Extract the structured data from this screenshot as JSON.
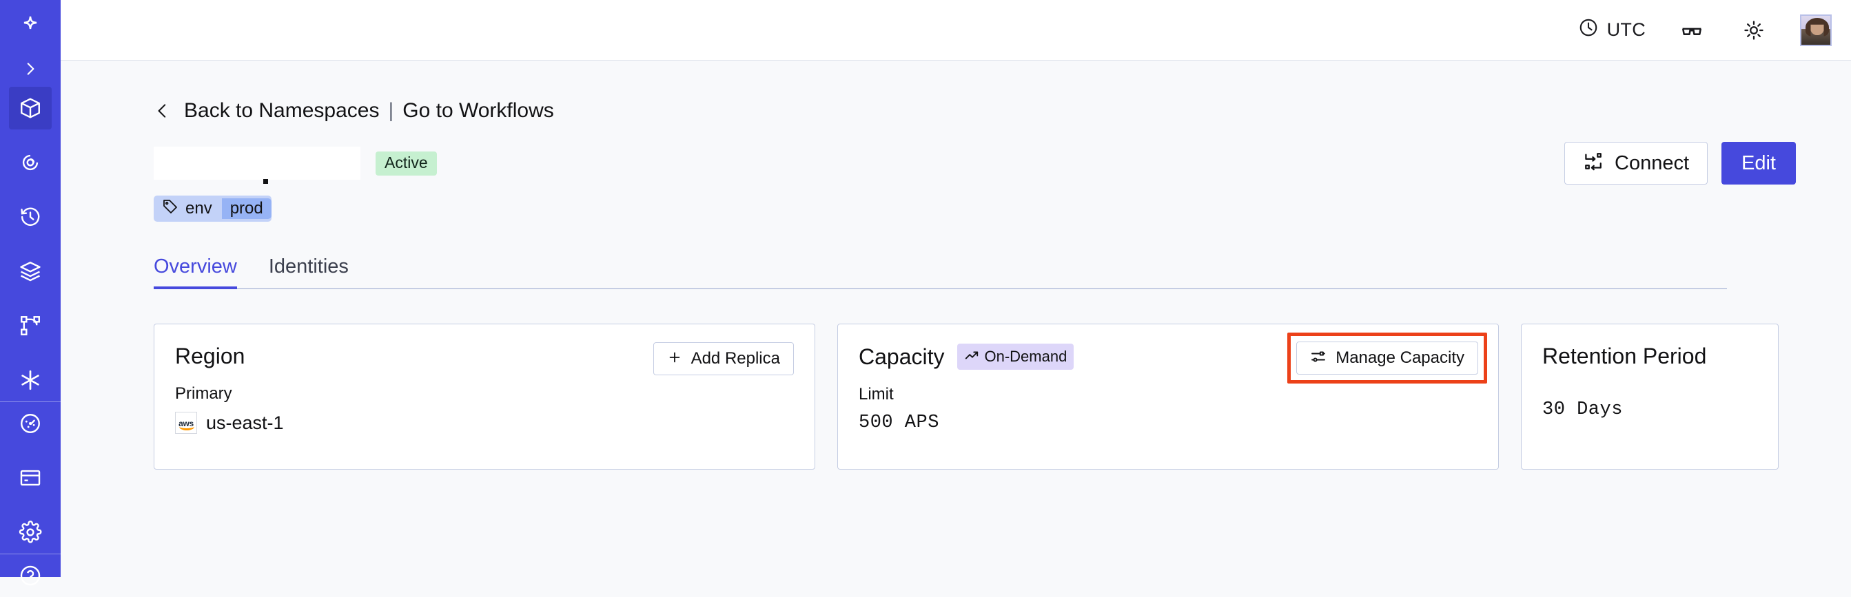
{
  "sidebar": {
    "logo_icon": "temporal-star-logo",
    "expand_icon": "chevron-right-icon",
    "items": [
      {
        "icon": "cube-icon",
        "name": "namespaces",
        "active": true
      },
      {
        "icon": "eye-spiral-icon",
        "name": "observability",
        "active": false
      },
      {
        "icon": "history-clock-icon",
        "name": "history",
        "active": false
      },
      {
        "icon": "layers-icon",
        "name": "layers",
        "active": false
      },
      {
        "icon": "workflow-branch-icon",
        "name": "workflows",
        "active": false
      },
      {
        "icon": "asterisk-icon",
        "name": "integrations",
        "active": false
      }
    ],
    "items_bottom": [
      {
        "icon": "gauge-icon",
        "name": "usage",
        "active": false
      },
      {
        "icon": "credit-card-icon",
        "name": "billing",
        "active": false
      },
      {
        "icon": "gear-icon",
        "name": "settings",
        "active": false
      }
    ]
  },
  "header": {
    "timezone": "UTC",
    "clock_icon": "clock-icon",
    "glasses_icon": "glasses-icon",
    "theme_icon": "sun-icon",
    "avatar_icon": "user-avatar"
  },
  "breadcrumb": {
    "back_icon": "chevron-left-icon",
    "back_label": "Back to Namespaces",
    "separator": "|",
    "forward_label": "Go to Workflows"
  },
  "namespace": {
    "name_redacted": "",
    "status": "Active",
    "tag": {
      "icon": "tag-icon",
      "key": "env",
      "value": "prod"
    }
  },
  "actions": {
    "connect_label": "Connect",
    "connect_icon": "connect-flow-icon",
    "edit_label": "Edit"
  },
  "tabs": [
    {
      "label": "Overview",
      "selected": true
    },
    {
      "label": "Identities",
      "selected": false
    }
  ],
  "cards": {
    "region": {
      "title": "Region",
      "action_label": "Add Replica",
      "action_icon": "plus-icon",
      "label": "Primary",
      "provider_icon": "aws-logo",
      "value": "us-east-1"
    },
    "capacity": {
      "title": "Capacity",
      "badge_label": "On-Demand",
      "badge_icon": "trending-up-icon",
      "action_label": "Manage Capacity",
      "action_icon": "sliders-icon",
      "label": "Limit",
      "value": "500 APS",
      "highlighted": true
    },
    "retention": {
      "title": "Retention Period",
      "value": "30 Days"
    }
  },
  "colors": {
    "brand": "#4649dd",
    "sidebar_active": "#3a3dc4",
    "page_bg": "#f8f9fb",
    "card_border": "#c5cde3",
    "status_active_bg": "#c6f0d0",
    "tag_bg": "#c3d2f8",
    "tag_value_bg": "#96b3f5",
    "badge_ondemand_bg": "#ddd6f9",
    "highlight_outline": "#ec4119"
  }
}
